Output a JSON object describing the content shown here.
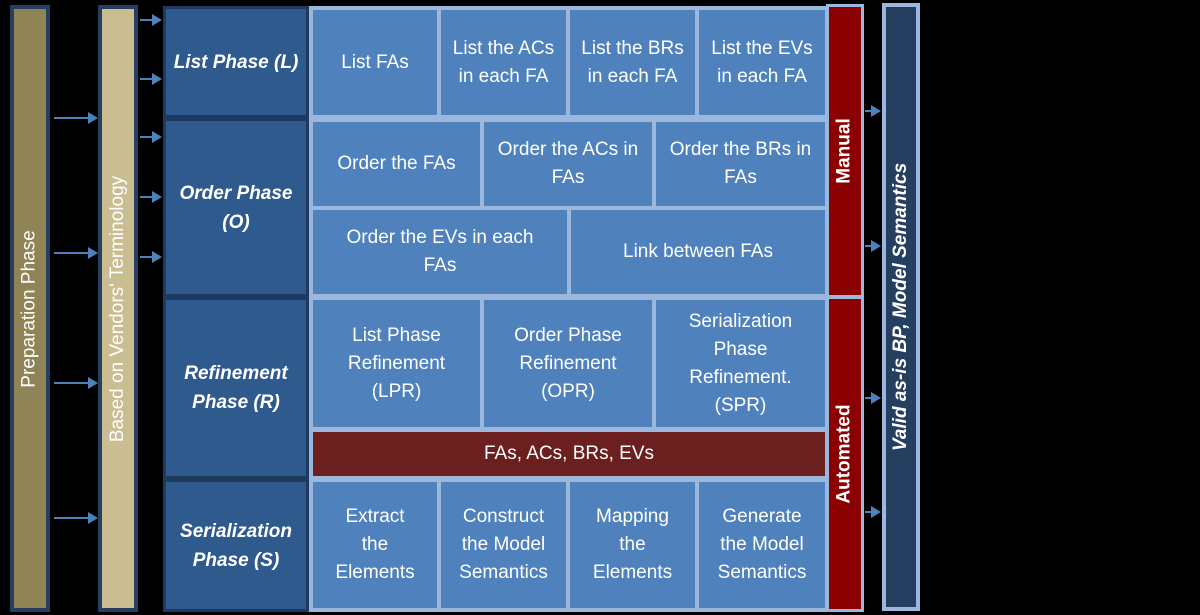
{
  "preparation": "Preparation Phase",
  "vendors": "Based on Vendors' Terminology",
  "phases": {
    "list": "List Phase (L)",
    "order": "Order Phase (O)",
    "refinement": "Refinement Phase (R)",
    "serialization": "Serialization Phase (S)"
  },
  "list_row": [
    "List FAs",
    "List the ACs in each FA",
    "List the BRs in each FA",
    "List the EVs in each FA"
  ],
  "order_row1": [
    "Order the FAs",
    "Order the ACs in FAs",
    "Order the BRs in FAs"
  ],
  "order_row2": [
    "Order the EVs in each FAs",
    "Link between FAs"
  ],
  "refinement_row": [
    "List Phase Refinement (LPR)",
    "Order Phase Refinement (OPR)",
    "Serialization Phase Refinement. (SPR)"
  ],
  "refinement_band": "FAs, ACs, BRs, EVs",
  "serialization_row": [
    "Extract the Elements",
    "Construct the Model Semantics",
    "Mapping the Elements",
    "Generate the Model Semantics"
  ],
  "manual": "Manual",
  "automated": "Automated",
  "output": "Valid as-is BP, Model Semantics",
  "colors": {
    "prep": "#8f8455",
    "vendor": "#c9bd91",
    "phase": "#2e5a8e",
    "cell": "#4f81bd",
    "red": "#8b0000",
    "band": "#6b1f1f",
    "output": "#243f60"
  }
}
